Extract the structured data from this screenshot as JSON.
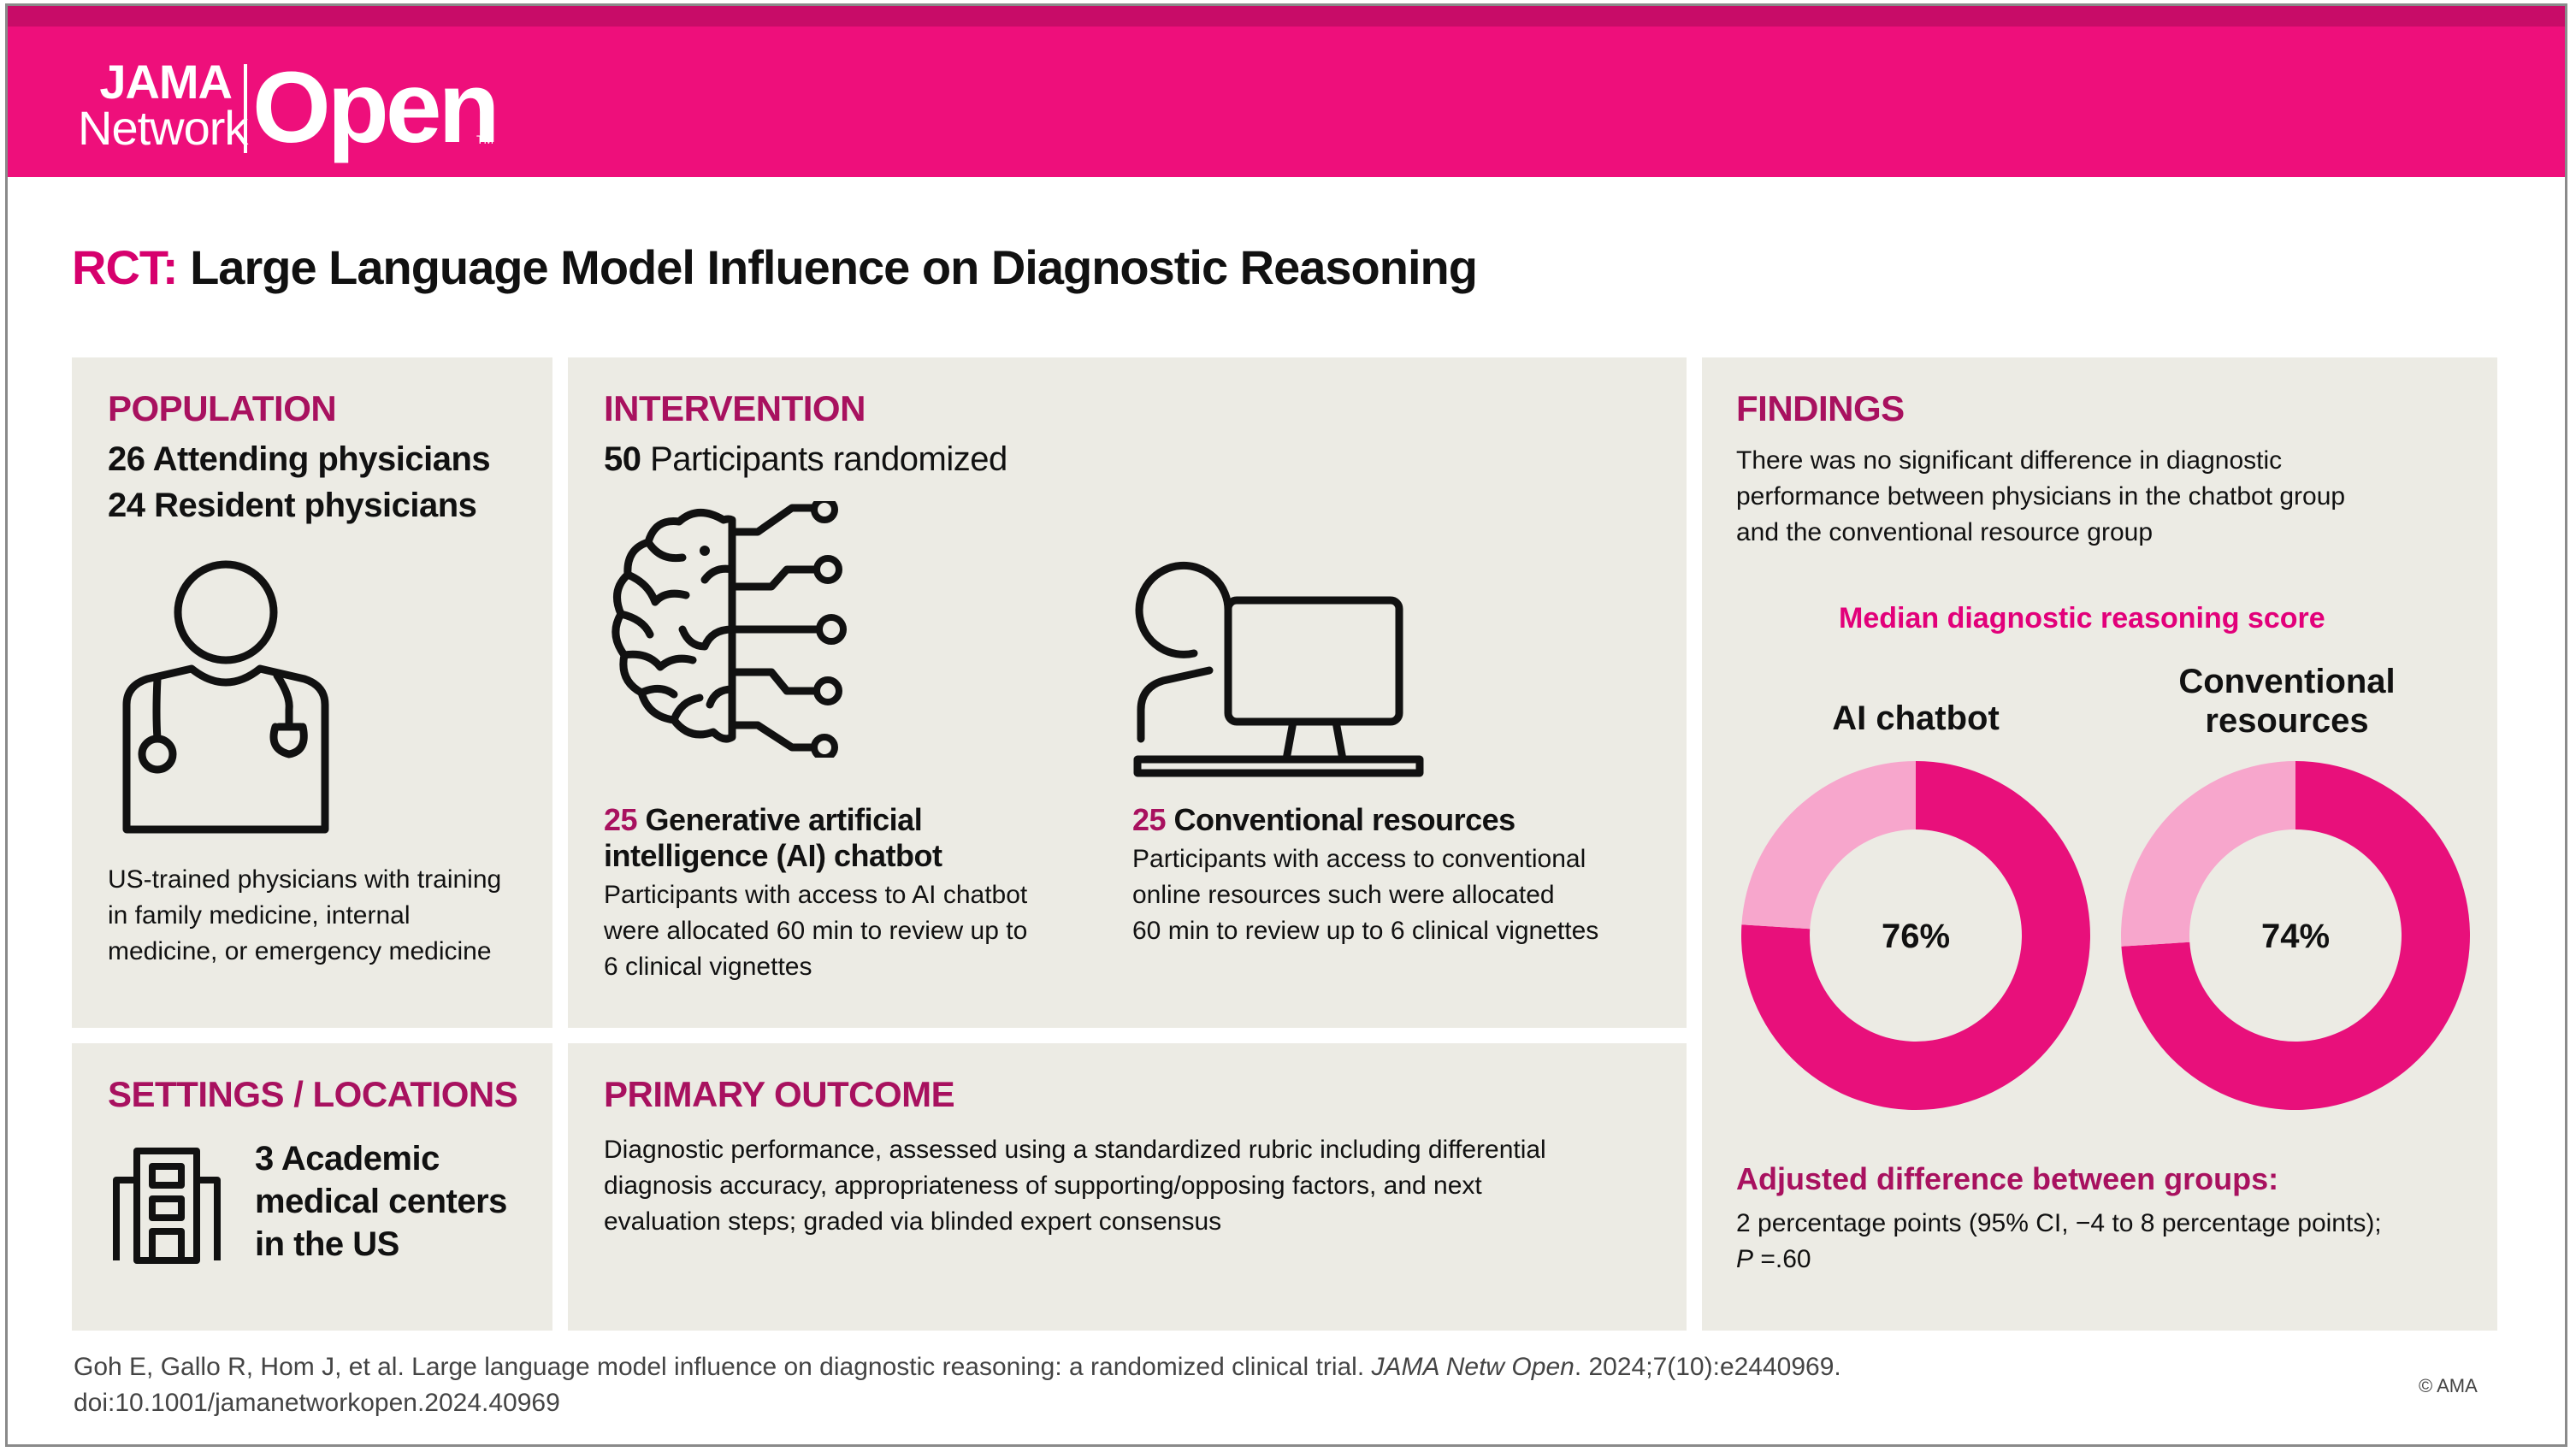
{
  "brand": {
    "line1": "JAMA",
    "line2": "Network",
    "open": "Open",
    "tm": "TM"
  },
  "title": {
    "prefix": "RCT:",
    "text": "Large Language Model Influence on Diagnostic Reasoning"
  },
  "population": {
    "heading": "POPULATION",
    "line1_num": "26",
    "line1_text": " Attending physicians",
    "line2_num": "24",
    "line2_text": " Resident physicians",
    "icon": "physician-icon",
    "desc": [
      "US-trained physicians with training",
      "in family medicine, internal",
      "medicine, or emergency medicine"
    ]
  },
  "intervention": {
    "heading": "INTERVENTION",
    "randomized_num": "50",
    "randomized_text": " Participants randomized",
    "ai": {
      "icon": "ai-brain-icon",
      "num": "25",
      "title_line1": " Generative artificial",
      "title_line2": "intelligence (AI) chatbot",
      "desc": [
        "Participants with access to AI chatbot",
        "were allocated 60 min to review up to",
        "6 clinical vignettes"
      ]
    },
    "conv": {
      "icon": "computer-user-icon",
      "num": "25",
      "title": " Conventional resources",
      "desc": [
        "Participants with access to conventional",
        "online resources such were allocated",
        "60 min to review up to 6 clinical vignettes"
      ]
    }
  },
  "settings": {
    "heading": "SETTINGS / LOCATIONS",
    "icon": "building-icon",
    "lines": [
      "3 Academic",
      "medical centers",
      "in the US"
    ]
  },
  "outcome": {
    "heading": "PRIMARY OUTCOME",
    "desc": [
      "Diagnostic performance, assessed using a standardized rubric including differential",
      "diagnosis accuracy, appropriateness of supporting/opposing factors, and next",
      "evaluation steps; graded via blinded expert consensus"
    ]
  },
  "findings": {
    "heading": "FINDINGS",
    "desc": [
      "There was no significant difference in diagnostic",
      "performance between physicians in the chatbot group",
      "and the conventional resource group"
    ],
    "chart_heading": "Median diagnostic reasoning score",
    "adjusted_heading": "Adjusted difference between groups:",
    "adjusted_line1": "2 percentage points (95% CI, −4 to 8 percentage points);",
    "adjusted_p_label": "P",
    "adjusted_p_value": " =.60"
  },
  "chart_data": {
    "type": "pie",
    "title": "Median diagnostic reasoning score",
    "series": [
      {
        "name": "AI chatbot",
        "value": 76,
        "label": "76%"
      },
      {
        "name": "Conventional resources",
        "value": 74,
        "label": "74%"
      }
    ],
    "colors": {
      "filled": "#e8107b",
      "remainder": "#f7a6cc"
    }
  },
  "citation": {
    "part1": "Goh E, Gallo R, Hom J, et al. Large language model influence on diagnostic reasoning: a randomized clinical trial. ",
    "journal": "JAMA Netw Open",
    "part2": ". 2024;7(10):e2440969.",
    "doi": "doi:10.1001/jamanetworkopen.2024.40969"
  },
  "copyright": "© AMA",
  "colors": {
    "brand_pink": "#ee0f7b",
    "heading_magenta": "#a8115f",
    "panel_bg": "#ecebe4"
  }
}
